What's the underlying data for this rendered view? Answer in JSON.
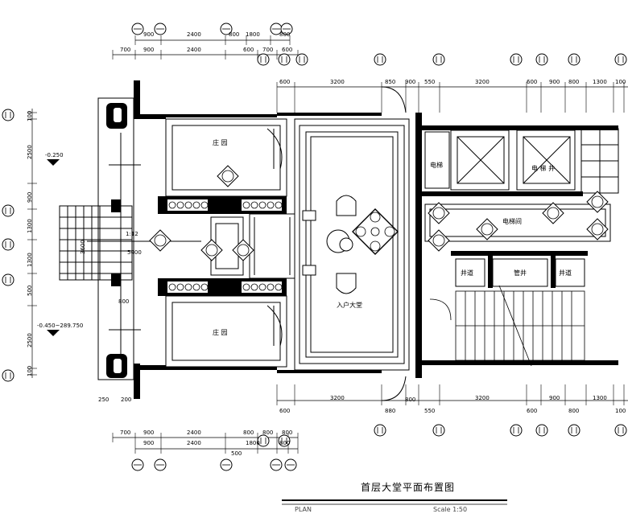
{
  "drawing": {
    "title": "首层大堂平面布置图",
    "plan_label": "PLAN",
    "scale_label": "Scale 1:50"
  },
  "dimensions": {
    "top_outer": [
      "900",
      "2400",
      "800",
      "1800",
      "800"
    ],
    "top_inner": [
      "700",
      "900",
      "2400",
      "600",
      "700",
      "600"
    ],
    "top_right": [
      "600",
      "3200",
      "850",
      "900",
      "550",
      "3200",
      "600",
      "900",
      "800",
      "1300",
      "100"
    ],
    "bottom_inner": [
      "700",
      "900",
      "2400",
      "800",
      "800",
      "800"
    ],
    "bottom_outer": [
      "900",
      "2400",
      "1800",
      "800"
    ],
    "bottom_extra": "500",
    "bottom_right": [
      "600",
      "3200",
      "880",
      "800",
      "550",
      "3200",
      "600",
      "900",
      "800",
      "1300",
      "100"
    ],
    "left_vertical": [
      "100",
      "2500",
      "900",
      "1300",
      "1300",
      "500",
      "2500",
      "100"
    ],
    "entrance": [
      "250",
      "200",
      "3600",
      "5400",
      "800",
      "1:12"
    ]
  },
  "elevations": {
    "upper": "-0.250",
    "lower": "-0.450~289.750"
  },
  "rooms": {
    "upper_room": "庄  园",
    "lower_room": "庄  园",
    "lobby": "入户大堂",
    "elevator_hall": "电梯间",
    "shaft_left": "井道",
    "shaft_mid": "管井",
    "shaft_right": "井道",
    "elevator_left": "电梯",
    "elevator_right": "电 梯 井"
  }
}
